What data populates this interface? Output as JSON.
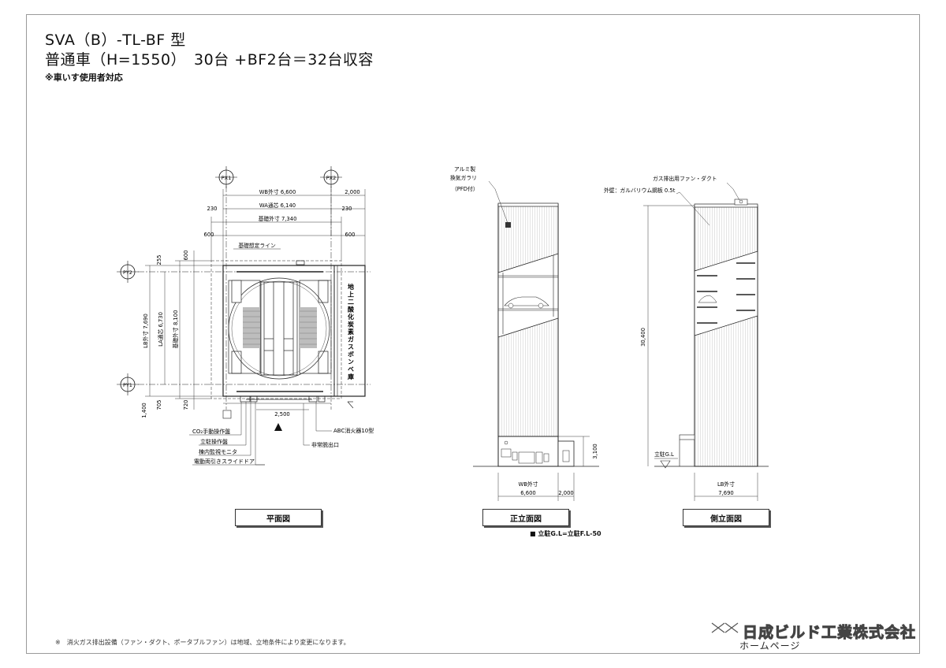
{
  "header": {
    "model": "SVA（B）-TL-BF 型",
    "capacity": "普通車（H=1550）　30台 +BF2台＝32台収容",
    "wheelchair": "※車いす使用者対応"
  },
  "plan": {
    "grid_px1": "PX1",
    "grid_px2": "PX2",
    "grid_py1": "PY1",
    "grid_py2": "PY2",
    "dim_wb": "WB外寸 6,600",
    "dim_2000": "2,000",
    "dim_wa": "WA通芯 6,140",
    "dim_230a": "230",
    "dim_230b": "230",
    "dim_kiso": "基礎外寸 7,340",
    "dim_600a": "600",
    "dim_600b": "600",
    "kiso_line": "基礎想定ライン",
    "dim_lb": "LB外寸 7,690",
    "dim_la": "LA通芯 6,730",
    "dim_kiso_v": "基礎外寸 8,100",
    "dim_255": "255",
    "dim_600v": "600",
    "dim_1400": "1,400",
    "dim_705": "705",
    "dim_720": "720",
    "dim_2500": "2,500",
    "gas_room": "地上二酸化炭素ガスボンベ庫",
    "lbl_co2": "CO₂手動操作盤",
    "lbl_op": "立駐操作盤",
    "lbl_mon": "棟内監視モニタ",
    "lbl_door": "電動両引きスライドドア",
    "lbl_ext": "ABC消火器10型",
    "lbl_exit": "非常脱出口"
  },
  "front": {
    "louver": "アルミ製",
    "louver2": "換気ガラリ",
    "pfd": "（PFD付）",
    "dim_3100": "3,100",
    "wb_label": "WB外寸",
    "wb_value": "6,600",
    "dim_2000": "2,000"
  },
  "side": {
    "fan_duct": "ガス排出用ファン・ダクト",
    "wall": "外壁：ガルバリウム鋼板 0.5t",
    "dim_30400": "30,400",
    "gl": "立駐G.L",
    "lb_label": "LB外寸",
    "lb_value": "7,690"
  },
  "captions": {
    "plan": "平面図",
    "front": "正立面図",
    "side": "側立面図"
  },
  "gl_note": "■ 立駐G.L=立駐F.L-50",
  "footnote": "※　消火ガス排出設備（ファン・ダクト、ポータブルファン）は地域、立地条件により変更になります。",
  "brand": {
    "name": "日成ビルド工業株式会社",
    "sub": "ホームページ"
  }
}
